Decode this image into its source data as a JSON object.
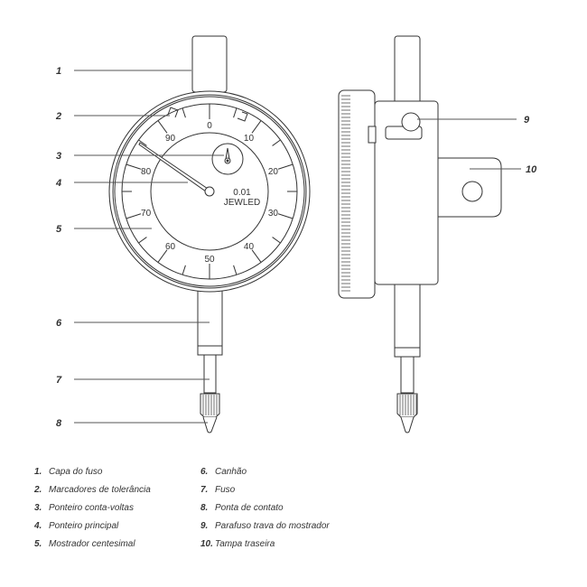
{
  "callouts": [
    "1",
    "2",
    "3",
    "4",
    "5",
    "6",
    "7",
    "8",
    "9",
    "10"
  ],
  "dial": {
    "numbers": [
      "0",
      "10",
      "20",
      "30",
      "40",
      "50",
      "60",
      "70",
      "80",
      "90"
    ],
    "resolution": "0.01",
    "brand": "JEWLED"
  },
  "legend": [
    {
      "num": "1.",
      "text": "Capa do fuso"
    },
    {
      "num": "2.",
      "text": "Marcadores de tolerância"
    },
    {
      "num": "3.",
      "text": "Ponteiro conta-voltas"
    },
    {
      "num": "4.",
      "text": "Ponteiro principal"
    },
    {
      "num": "5.",
      "text": "Mostrador centesimal"
    },
    {
      "num": "6.",
      "text": "Canhão"
    },
    {
      "num": "7.",
      "text": "Fuso"
    },
    {
      "num": "8.",
      "text": "Ponta de contato"
    },
    {
      "num": "9.",
      "text": "Parafuso trava do mostrador"
    },
    {
      "num": "10.",
      "text": "Tampa traseira"
    }
  ]
}
